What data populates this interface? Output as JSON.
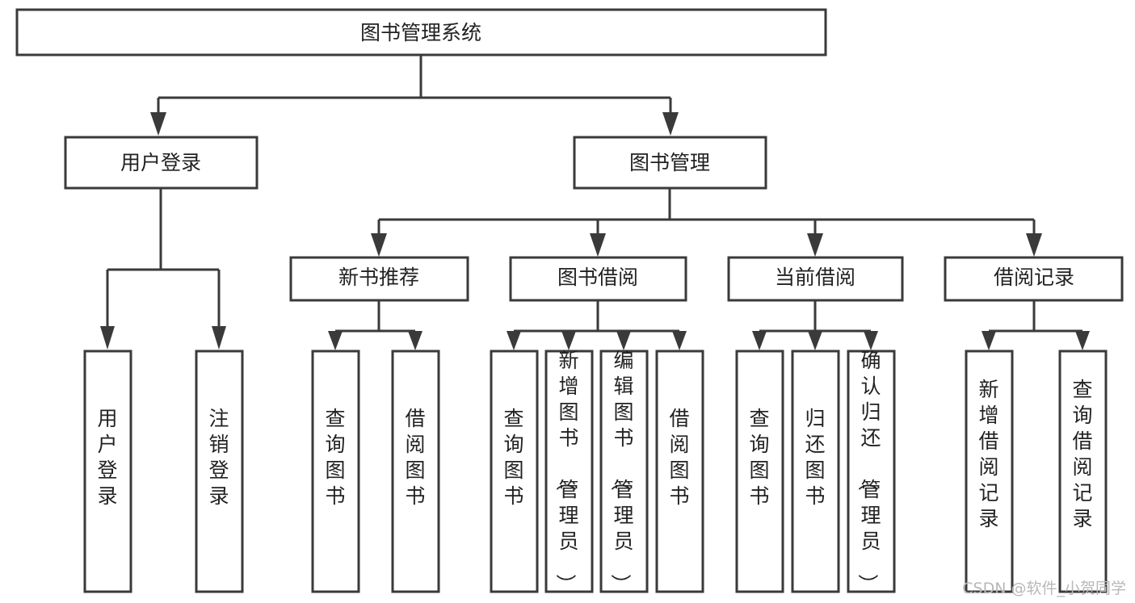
{
  "diagram": {
    "title": "图书管理系统",
    "type": "tree-hierarchy-diagram",
    "colors": {
      "background": "#ffffff",
      "box_border": "#3a3a3a",
      "box_fill": "#ffffff",
      "text": "#222222",
      "watermark": "#b8b8b8"
    },
    "root": {
      "label": "图书管理系统"
    },
    "level2": [
      {
        "label": "用户登录"
      },
      {
        "label": "图书管理"
      }
    ],
    "level3": [
      {
        "label": "新书推荐"
      },
      {
        "label": "图书借阅"
      },
      {
        "label": "当前借阅"
      },
      {
        "label": "借阅记录"
      }
    ],
    "leaves": {
      "user_login": [
        {
          "label": "用户登录"
        },
        {
          "label": "注销登录"
        }
      ],
      "new_book_recommend": [
        {
          "label": "查询图书"
        },
        {
          "label": "借阅图书"
        }
      ],
      "book_borrow": [
        {
          "label": "查询图书"
        },
        {
          "label": "新增图书（管理员）"
        },
        {
          "label": "编辑图书（管理员）"
        },
        {
          "label": "借阅图书"
        }
      ],
      "current_borrow": [
        {
          "label": "查询图书"
        },
        {
          "label": "归还图书"
        },
        {
          "label": "确认归还（管理员）"
        }
      ],
      "borrow_record": [
        {
          "label": "新增借阅记录"
        },
        {
          "label": "查询借阅记录"
        }
      ]
    }
  },
  "watermark": {
    "text": "CSDN @软件_小贺同学"
  }
}
